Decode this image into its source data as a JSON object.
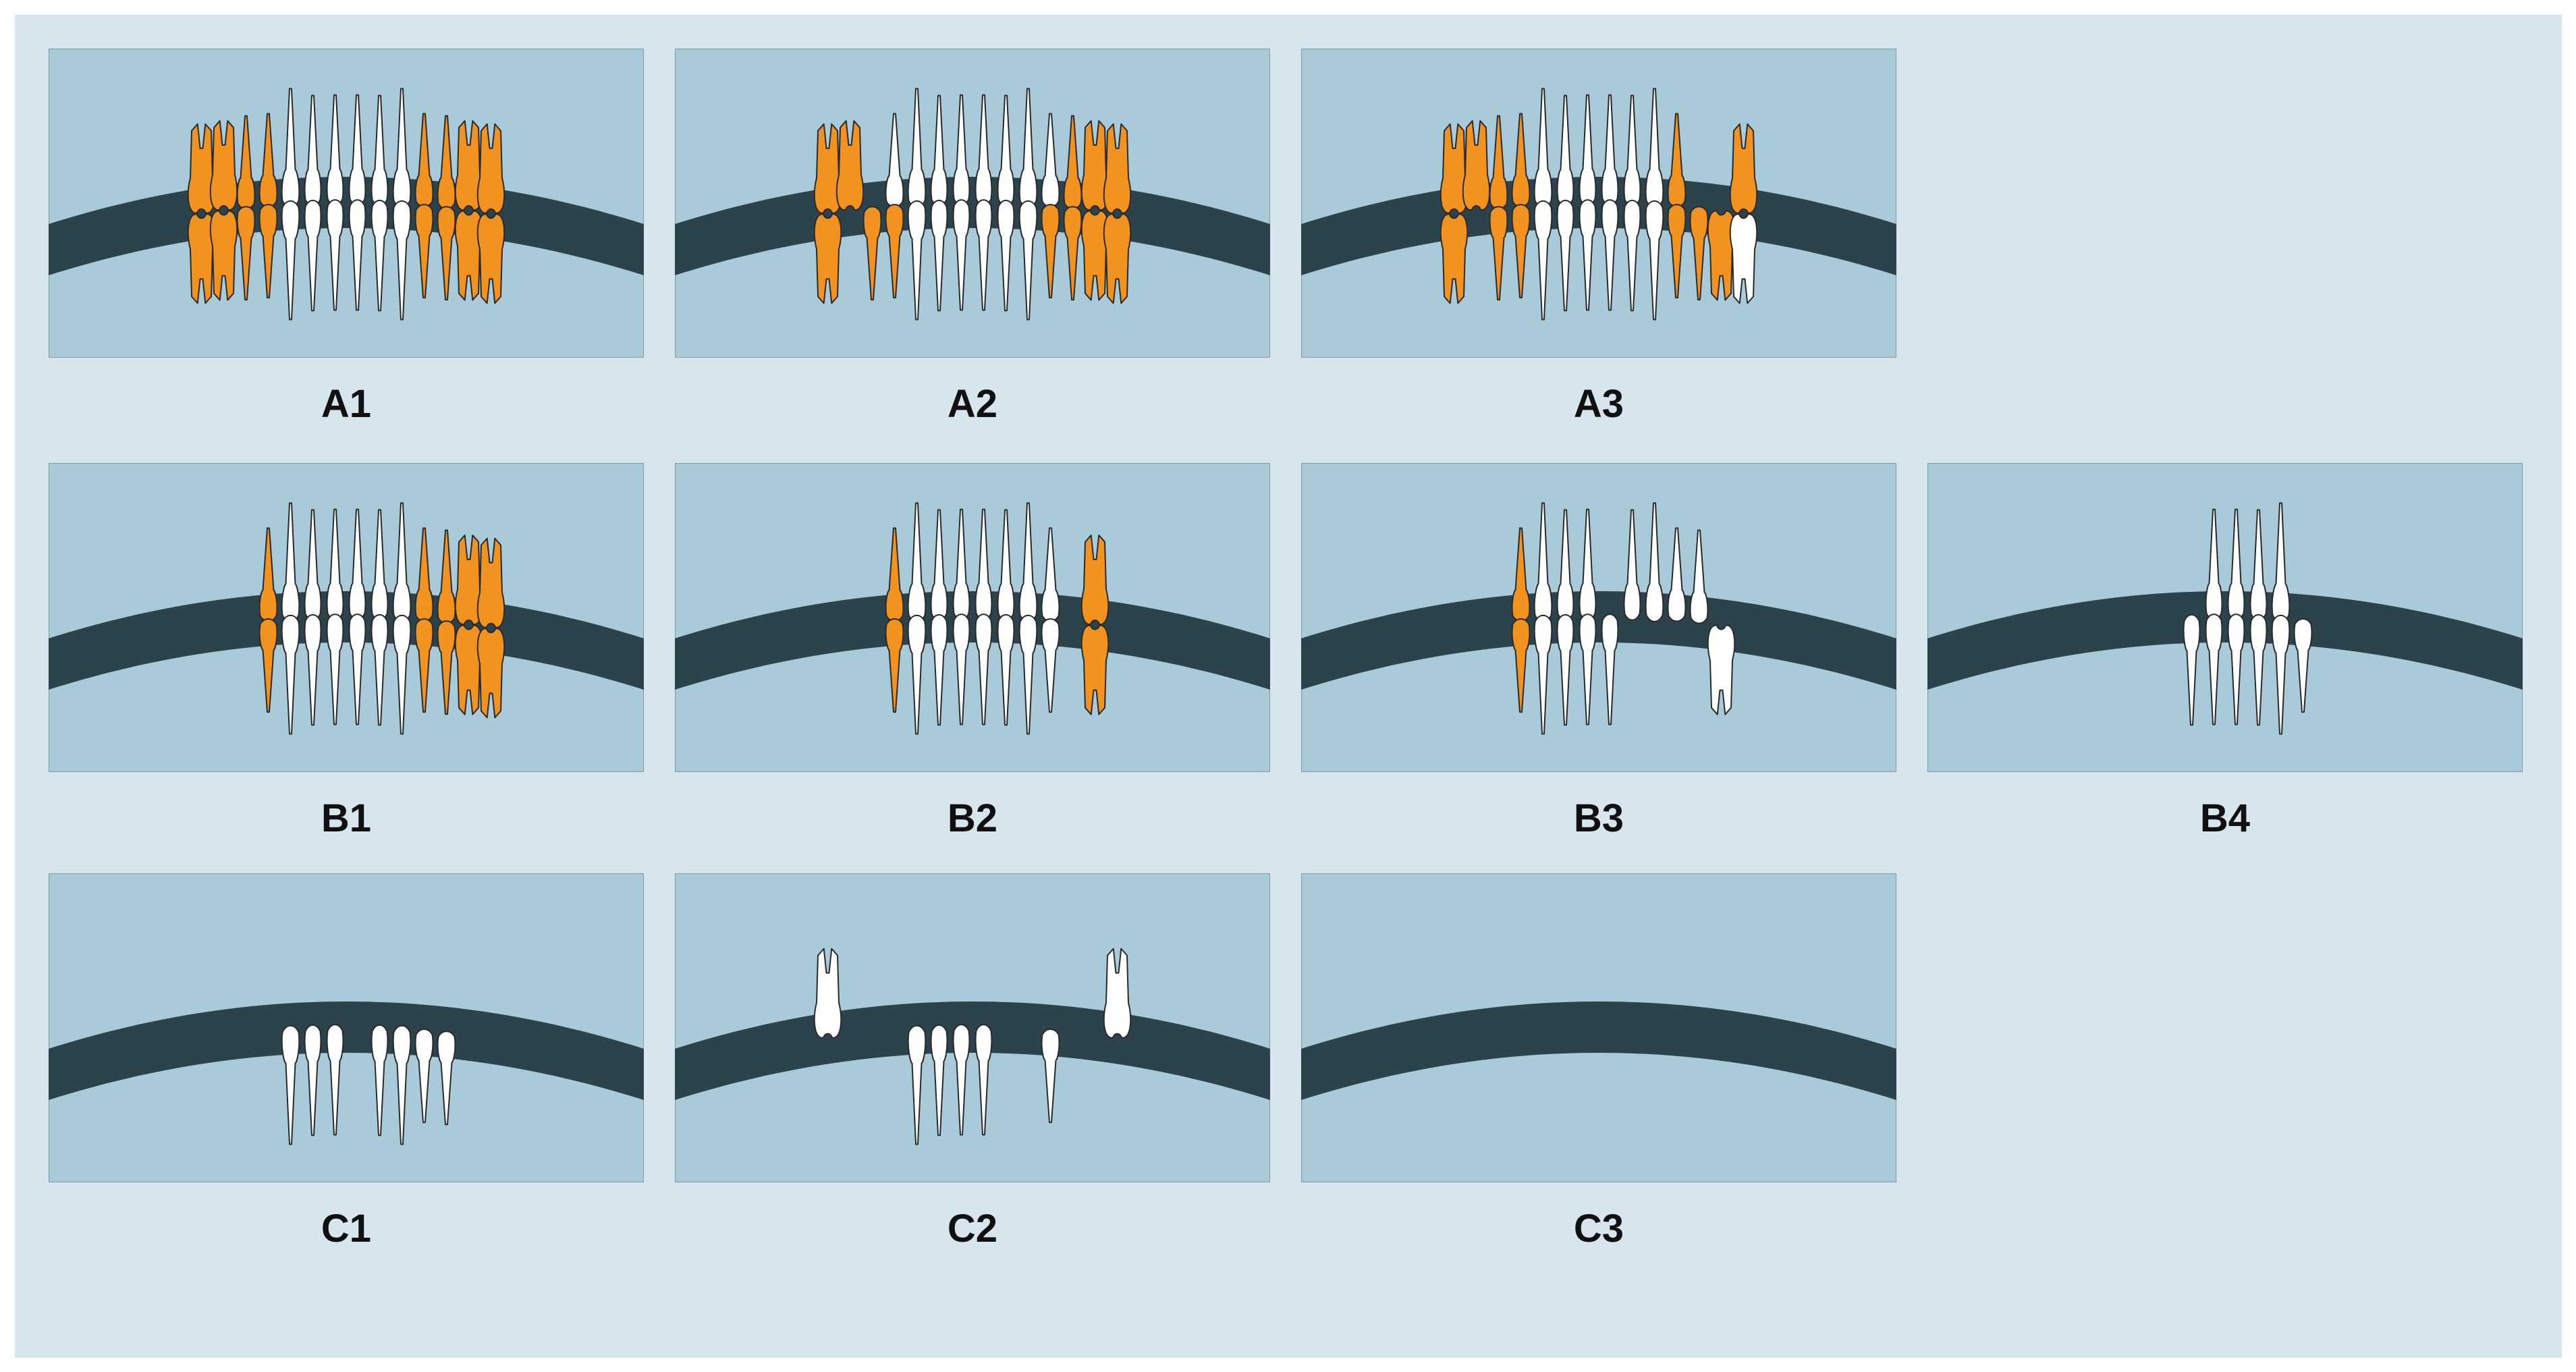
{
  "colors": {
    "background": "#d7e6ed",
    "panel": "#a9cad9",
    "gum": "#2c434c",
    "tooth_white": "#ffffff",
    "tooth_orange": "#f2921f",
    "outline": "#2a2a2a"
  },
  "panels": [
    {
      "label": "A1",
      "icon": "dentition-icon",
      "row": 0,
      "col": 0,
      "upper": "MMPPCIIIICPPMM",
      "lower": "MMPPCIIIICPPMM",
      "orange_upper": [
        0,
        1,
        2,
        3,
        10,
        11,
        12,
        13
      ],
      "orange_lower": [
        0,
        1,
        2,
        3,
        10,
        11,
        12,
        13
      ]
    },
    {
      "label": "A2",
      "icon": "dentition-icon",
      "row": 0,
      "col": 1,
      "upper": "MMPPCIIIICPPMM",
      "lower": "MMPPCIIIICPPMM",
      "missing_upper": [
        2
      ],
      "missing_lower": [
        1
      ],
      "orange_upper": [
        0,
        1,
        11,
        12,
        13
      ],
      "orange_lower": [
        0,
        2,
        3,
        10,
        11,
        12,
        13
      ]
    },
    {
      "label": "A3",
      "icon": "dentition-icon",
      "row": 0,
      "col": 2,
      "upper": "MMPPCIIIICPPMM",
      "lower": "MMPPCIIIICPPMM",
      "missing_upper": [
        11,
        12
      ],
      "missing_lower": [
        1
      ],
      "orange_upper": [
        0,
        1,
        2,
        3,
        10,
        13
      ],
      "orange_lower": [
        0,
        2,
        3,
        10,
        11,
        12
      ]
    },
    {
      "label": "B1",
      "icon": "dentition-icon",
      "row": 1,
      "col": 0,
      "upper": "MMPPCIIIICPPMM",
      "lower": "MMPPCIIIICPPMM",
      "missing_upper": [
        0,
        1,
        2
      ],
      "missing_lower": [
        0,
        1,
        2
      ],
      "orange_upper": [
        3,
        10,
        11,
        12,
        13
      ],
      "orange_lower": [
        3,
        10,
        11,
        12,
        13
      ]
    },
    {
      "label": "B2",
      "icon": "dentition-icon",
      "row": 1,
      "col": 1,
      "upper": "MMPPCIIIICPPMM",
      "lower": "MMPPCIIIICPPMM",
      "missing_upper": [
        0,
        1,
        2,
        11,
        13
      ],
      "missing_lower": [
        0,
        1,
        2,
        11,
        13
      ],
      "orange_upper": [
        3,
        12
      ],
      "orange_lower": [
        3,
        12
      ]
    },
    {
      "label": "B3",
      "icon": "dentition-icon",
      "row": 1,
      "col": 2,
      "upper": "MMPPCIIIICPPMM",
      "lower": "MMPPCIIIICPPMM",
      "missing_upper": [
        0,
        1,
        2,
        7,
        12,
        13
      ],
      "missing_lower": [
        0,
        1,
        2,
        8,
        9,
        10,
        11,
        13
      ],
      "orange_upper": [
        3
      ],
      "orange_lower": [
        3
      ],
      "white_lower": [
        12
      ]
    },
    {
      "label": "B4",
      "icon": "dentition-icon",
      "row": 1,
      "col": 3,
      "upper": "MMPPCIIIICPPMM",
      "lower": "MMPPCIIIICPPMM",
      "missing_upper": [
        0,
        1,
        2,
        3,
        4,
        5,
        10,
        11,
        12,
        13
      ],
      "missing_lower": [
        0,
        1,
        2,
        3,
        4,
        11,
        12,
        13
      ]
    },
    {
      "label": "C1",
      "icon": "dentition-icon",
      "row": 2,
      "col": 0,
      "upper": "",
      "lower": "MMPPCIIIICPPMM",
      "missing_lower": [
        0,
        1,
        2,
        3,
        7,
        12,
        13
      ]
    },
    {
      "label": "C2",
      "icon": "dentition-icon",
      "row": 2,
      "col": 1,
      "upper": "MMPPCIIIICPPMM",
      "lower": "MMPPCIIIICPPMM",
      "missing_upper": [
        1,
        2,
        3,
        4,
        5,
        6,
        7,
        8,
        9,
        10,
        11,
        12
      ],
      "missing_lower": [
        0,
        1,
        2,
        3,
        8,
        9,
        11,
        12,
        13
      ]
    },
    {
      "label": "C3",
      "icon": "dentition-icon",
      "row": 2,
      "col": 2,
      "upper": "",
      "lower": ""
    }
  ]
}
